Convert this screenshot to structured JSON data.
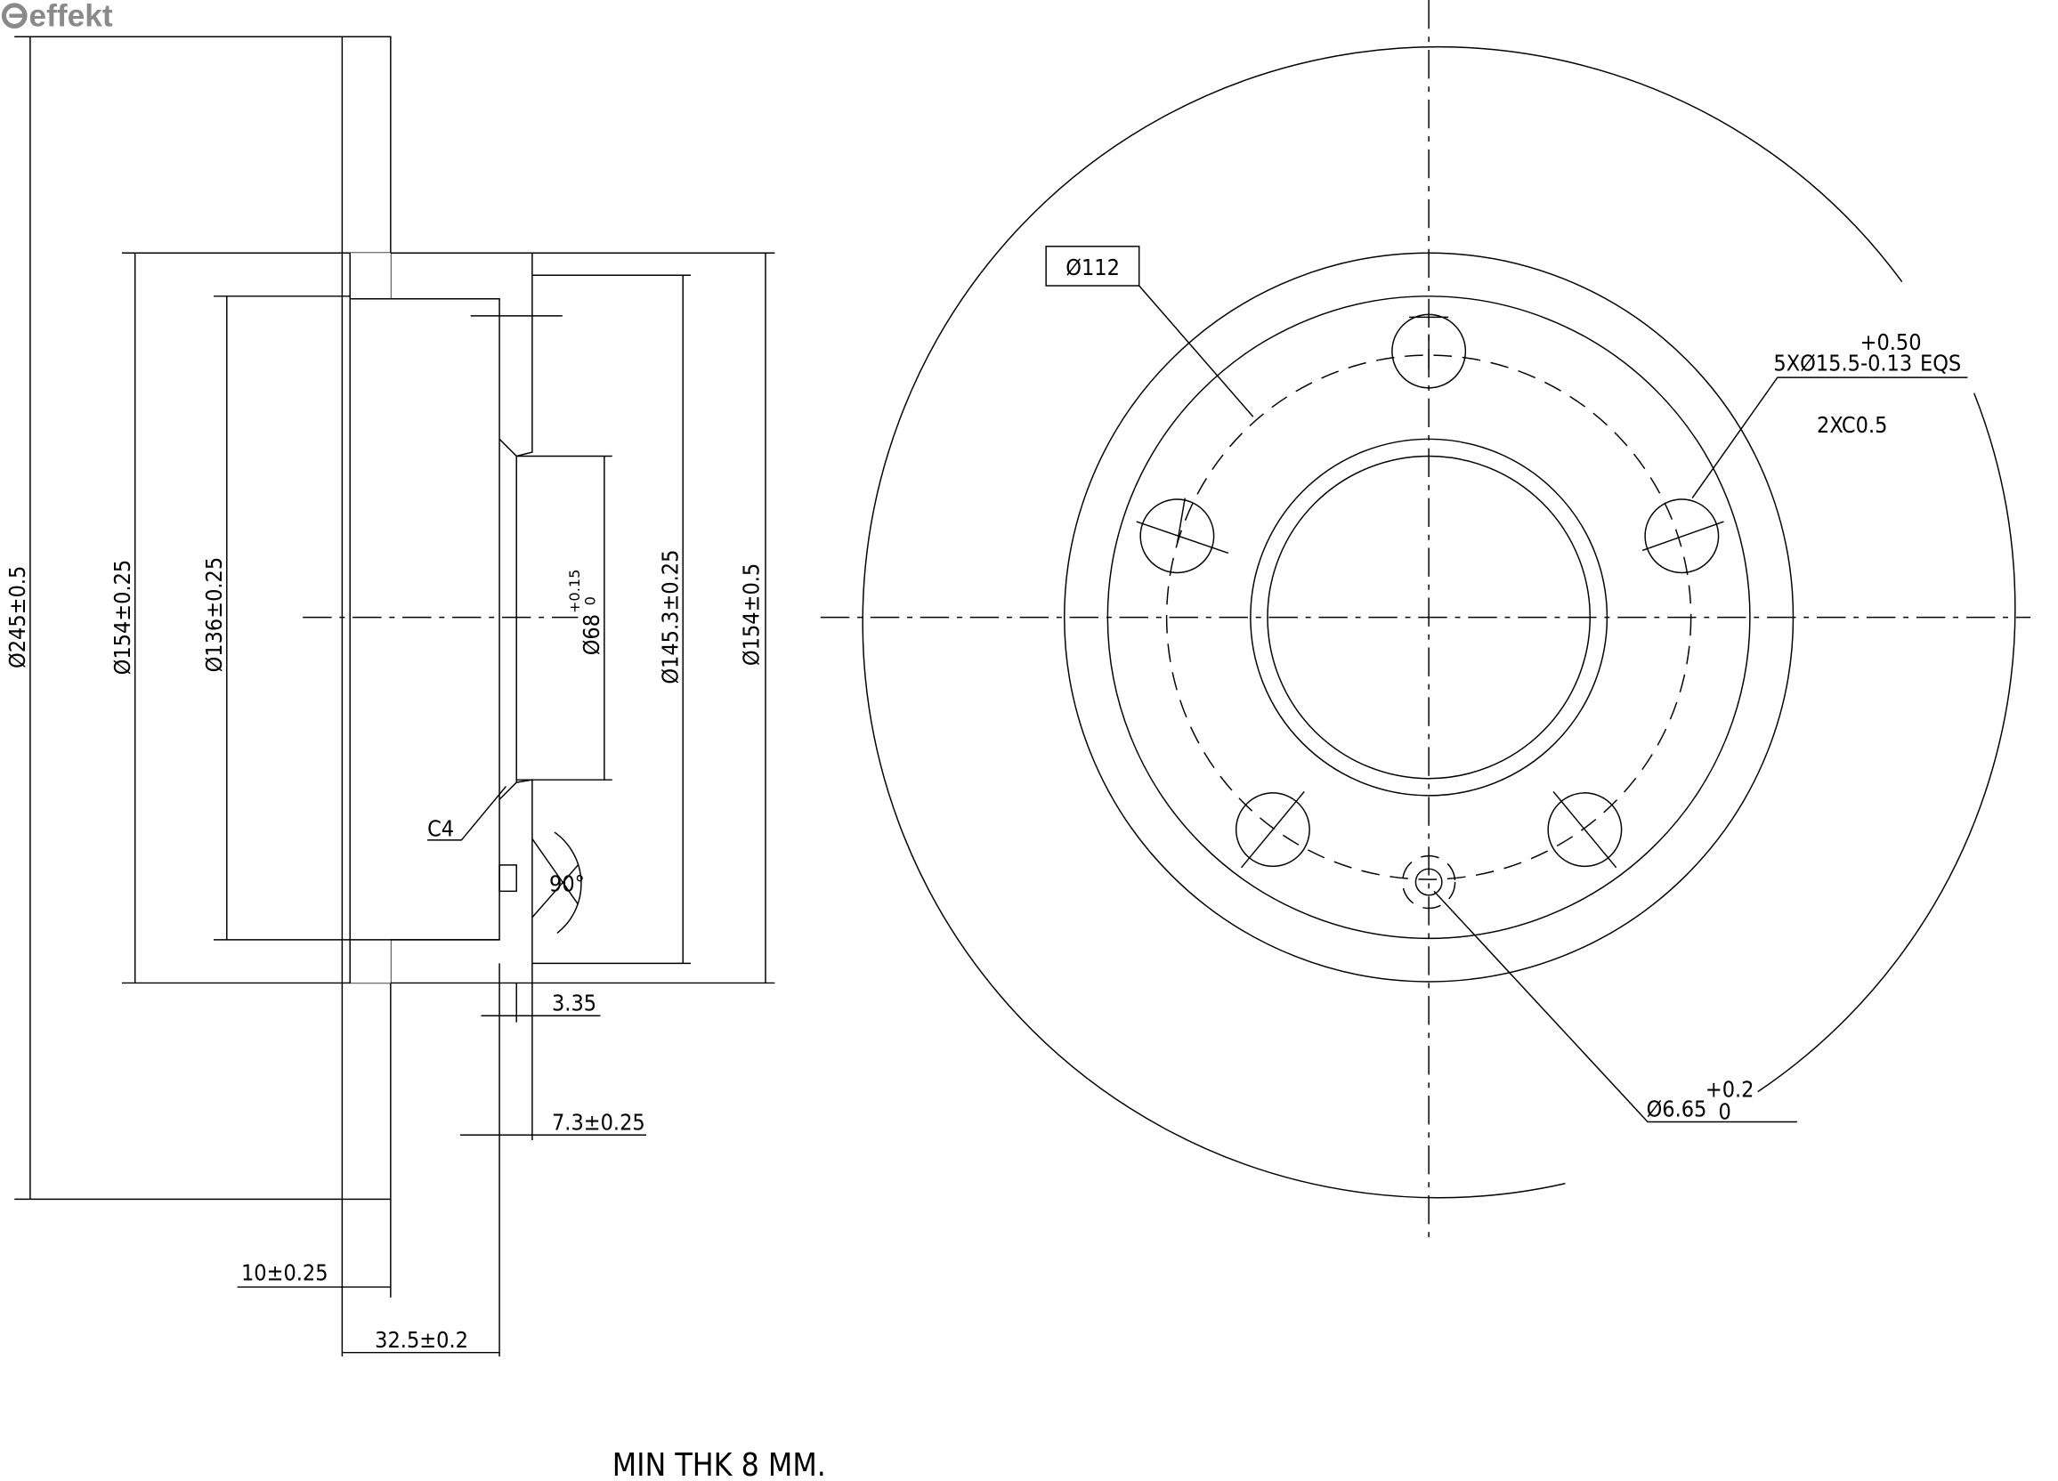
{
  "brand": {
    "logo_text": "effekt",
    "color": "#8a8a8a"
  },
  "section_view": {
    "dims": {
      "d245": "Ø245±0.5",
      "d154_inner": "Ø154±0.25",
      "d136": "Ø136±0.25",
      "d68": "Ø68",
      "d68_tol_upper": "+0.15",
      "d68_tol_lower": "0",
      "d145": "Ø145.3±0.25",
      "d154_outer": "Ø154±0.5",
      "chamfer": "C4",
      "angle": "90°",
      "w335": "3.35",
      "w73": "7.3±0.25",
      "w10": "10±0.25",
      "w325": "32.5±0.2"
    }
  },
  "front_view": {
    "pcd": "Ø112",
    "bolt_holes": "5XØ15.5",
    "bolt_tol_upper": "+0.50",
    "bolt_tol_lower": "-0.13",
    "bolt_eqs": "EQS",
    "chamfer": "2XC0.5",
    "pin_hole": "Ø6.65",
    "pin_tol_upper": "+0.2",
    "pin_tol_lower": "0"
  },
  "note": "MIN THK 8 MM."
}
